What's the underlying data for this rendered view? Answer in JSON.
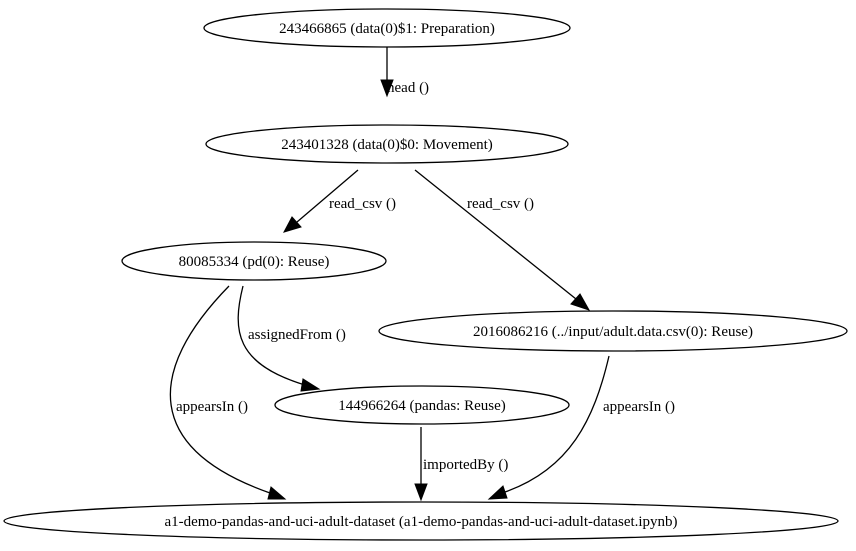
{
  "nodes": {
    "preparation": "243466865 (data(0)$1: Preparation)",
    "movement": "243401328 (data(0)$0: Movement)",
    "pd": "80085334 (pd(0): Reuse)",
    "adult_csv": "2016086216 (../input/adult.data.csv(0): Reuse)",
    "pandas": "144966264 (pandas: Reuse)",
    "notebook": "a1-demo-pandas-and-uci-adult-dataset (a1-demo-pandas-and-uci-adult-dataset.ipynb)"
  },
  "edges": {
    "head": "head ()",
    "read_csv_pd": "read_csv ()",
    "read_csv_adult": "read_csv ()",
    "assigned_from": "assignedFrom ()",
    "appears_in_pd": "appearsIn ()",
    "appears_in_adult": "appearsIn ()",
    "imported_by": "importedBy ()"
  }
}
